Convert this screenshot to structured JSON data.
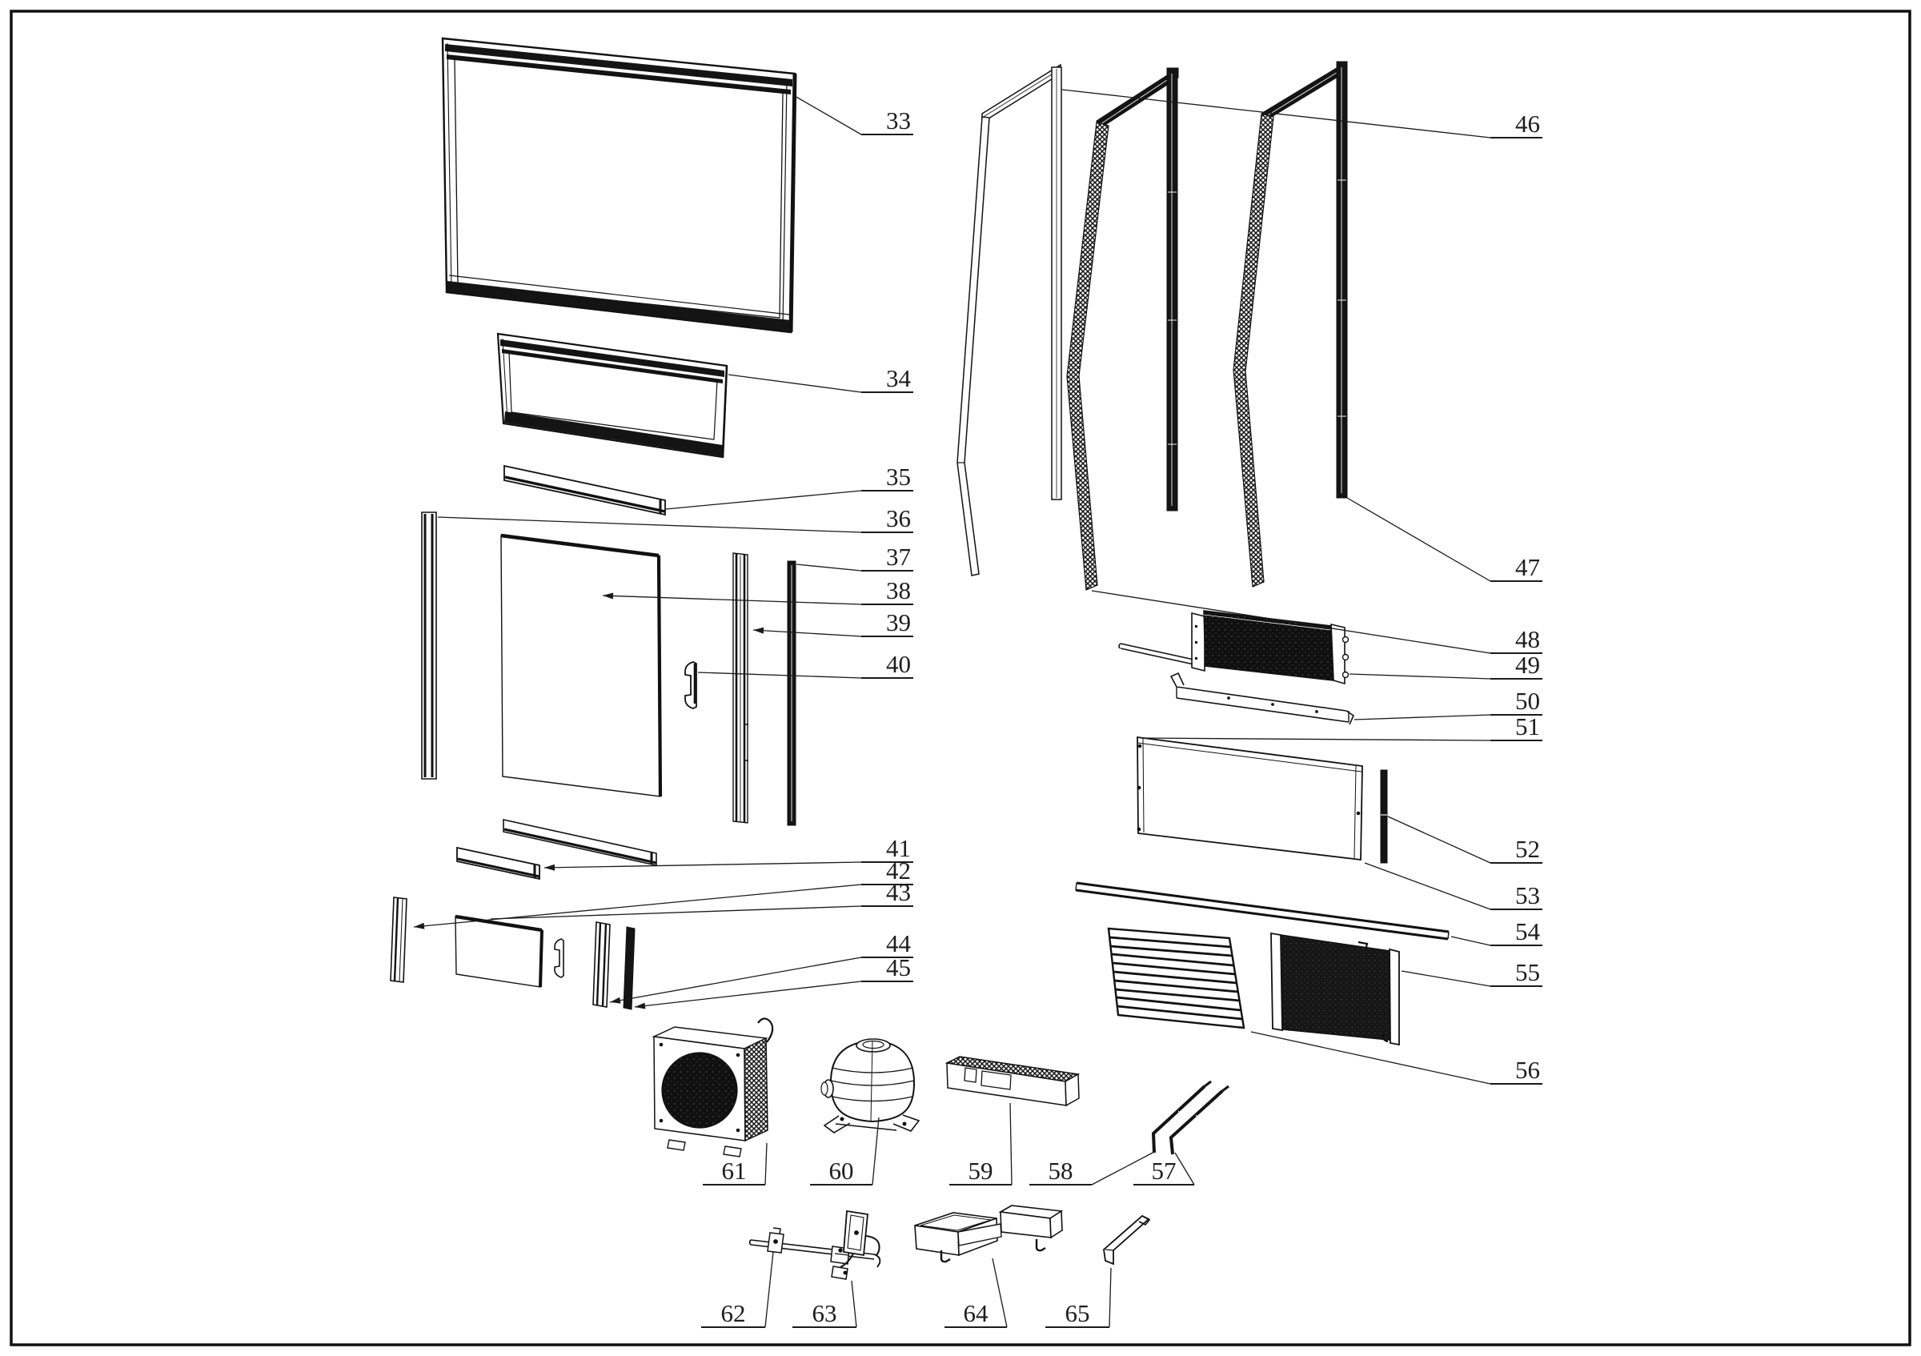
{
  "figure": {
    "type": "exploded-parts-diagram",
    "colors": {
      "line": "#1a1a1a",
      "label_text": "#1d1d1d",
      "background": "#ffffff",
      "dark_fill": "#141414"
    },
    "part_numbers_visible": [
      "33",
      "34",
      "35",
      "36",
      "37",
      "38",
      "39",
      "40",
      "41",
      "42",
      "43",
      "44",
      "45",
      "46",
      "47",
      "48",
      "49",
      "50",
      "51",
      "52",
      "53",
      "54",
      "55",
      "56",
      "57",
      "58",
      "59",
      "60",
      "61",
      "62",
      "63",
      "64",
      "65"
    ]
  },
  "diagram": {
    "part_labels": [
      {
        "id": "33",
        "ul": [
          1076,
          1141,
          168
        ],
        "ta": "end",
        "join": "x1",
        "lead": [
          [
            993,
            120
          ]
        ],
        "arrow": false
      },
      {
        "id": "34",
        "ul": [
          1076,
          1141,
          490
        ],
        "ta": "end",
        "join": "x1",
        "lead": [
          [
            910,
            468
          ]
        ],
        "arrow": false
      },
      {
        "id": "35",
        "ul": [
          1076,
          1141,
          613
        ],
        "ta": "end",
        "join": "x1",
        "lead": [
          [
            832,
            636
          ]
        ],
        "arrow": false
      },
      {
        "id": "36",
        "ul": [
          1076,
          1141,
          665
        ],
        "ta": "end",
        "join": "x1",
        "lead": [
          [
            547,
            646
          ]
        ],
        "arrow": false
      },
      {
        "id": "37",
        "ul": [
          1076,
          1141,
          713
        ],
        "ta": "end",
        "join": "x1",
        "lead": [
          [
            995,
            705
          ]
        ],
        "arrow": false
      },
      {
        "id": "38",
        "ul": [
          1076,
          1141,
          755
        ],
        "ta": "end",
        "join": "x1",
        "lead": [
          [
            753,
            744
          ]
        ],
        "arrow": true
      },
      {
        "id": "39",
        "ul": [
          1076,
          1141,
          795
        ],
        "ta": "end",
        "join": "x1",
        "lead": [
          [
            941,
            787
          ]
        ],
        "arrow": true
      },
      {
        "id": "40",
        "ul": [
          1076,
          1141,
          847
        ],
        "ta": "end",
        "join": "x1",
        "lead": [
          [
            872,
            840
          ]
        ],
        "arrow": false
      },
      {
        "id": "41",
        "ul": [
          1076,
          1141,
          1077
        ],
        "ta": "end",
        "join": "x1",
        "lead": [
          [
            680,
            1084
          ]
        ],
        "arrow": true
      },
      {
        "id": "42",
        "ul": [
          1076,
          1141,
          1105
        ],
        "ta": "end",
        "join": "x1",
        "lead": [
          [
            517,
            1158
          ]
        ],
        "arrow": true
      },
      {
        "id": "43",
        "ul": [
          1076,
          1141,
          1132
        ],
        "ta": "end",
        "join": "x1",
        "lead": [
          [
            613,
            1148
          ]
        ],
        "arrow": false
      },
      {
        "id": "44",
        "ul": [
          1076,
          1141,
          1196
        ],
        "ta": "end",
        "join": "x1",
        "lead": [
          [
            762,
            1252
          ]
        ],
        "arrow": true
      },
      {
        "id": "45",
        "ul": [
          1076,
          1141,
          1226
        ],
        "ta": "end",
        "join": "x1",
        "lead": [
          [
            793,
            1258
          ]
        ],
        "arrow": true
      },
      {
        "id": "46",
        "ul": [
          1862,
          1927,
          172
        ],
        "ta": "end",
        "join": "x1",
        "lead": [
          [
            1327,
            112
          ]
        ],
        "arrow": false
      },
      {
        "id": "47",
        "ul": [
          1862,
          1927,
          726
        ],
        "ta": "end",
        "join": "x1",
        "lead": [
          [
            1683,
            622
          ]
        ],
        "arrow": false
      },
      {
        "id": "48",
        "ul": [
          1862,
          1927,
          816
        ],
        "ta": "end",
        "join": "x1",
        "lead": [
          [
            1364,
            738
          ]
        ],
        "arrow": false
      },
      {
        "id": "49",
        "ul": [
          1862,
          1927,
          848
        ],
        "ta": "end",
        "join": "x1",
        "lead": [
          [
            1686,
            842
          ]
        ],
        "arrow": false
      },
      {
        "id": "50",
        "ul": [
          1862,
          1927,
          893
        ],
        "ta": "end",
        "join": "x1",
        "lead": [
          [
            1692,
            899
          ]
        ],
        "arrow": false
      },
      {
        "id": "51",
        "ul": [
          1862,
          1927,
          925
        ],
        "ta": "end",
        "join": "x1",
        "lead": [
          [
            1426,
            922
          ]
        ],
        "arrow": false
      },
      {
        "id": "52",
        "ul": [
          1862,
          1927,
          1078
        ],
        "ta": "end",
        "join": "x1",
        "lead": [
          [
            1734,
            1020
          ]
        ],
        "arrow": false
      },
      {
        "id": "53",
        "ul": [
          1862,
          1927,
          1136
        ],
        "ta": "end",
        "join": "x1",
        "lead": [
          [
            1705,
            1078
          ]
        ],
        "arrow": false
      },
      {
        "id": "54",
        "ul": [
          1862,
          1927,
          1181
        ],
        "ta": "end",
        "join": "x1",
        "lead": [
          [
            1813,
            1170
          ]
        ],
        "arrow": false
      },
      {
        "id": "55",
        "ul": [
          1862,
          1927,
          1232
        ],
        "ta": "end",
        "join": "x1",
        "lead": [
          [
            1751,
            1213
          ]
        ],
        "arrow": false
      },
      {
        "id": "56",
        "ul": [
          1862,
          1927,
          1354
        ],
        "ta": "end",
        "join": "x1",
        "lead": [
          [
            1563,
            1289
          ]
        ],
        "arrow": false
      },
      {
        "id": "61",
        "ul": [
          878,
          956,
          1480
        ],
        "ta": "middle",
        "join": "x2",
        "lead": [
          [
            958,
            1428
          ]
        ],
        "arrow": false
      },
      {
        "id": "60",
        "ul": [
          1012,
          1090,
          1480
        ],
        "ta": "middle",
        "join": "x2",
        "lead": [
          [
            1098,
            1396
          ]
        ],
        "arrow": false
      },
      {
        "id": "59",
        "ul": [
          1186,
          1264,
          1480
        ],
        "ta": "middle",
        "join": "x2",
        "lead": [
          [
            1262,
            1378
          ]
        ],
        "arrow": false
      },
      {
        "id": "58",
        "ul": [
          1286,
          1364,
          1480
        ],
        "ta": "middle",
        "join": "x2",
        "lead": [
          [
            1444,
            1438
          ]
        ],
        "arrow": false
      },
      {
        "id": "57",
        "ul": [
          1416,
          1492,
          1480
        ],
        "ta": "middle",
        "join": "x2",
        "lead": [
          [
            1468,
            1440
          ]
        ],
        "arrow": false
      },
      {
        "id": "62",
        "ul": [
          876,
          956,
          1658
        ],
        "ta": "middle",
        "join": "x2",
        "lead": [
          [
            966,
            1564
          ]
        ],
        "arrow": false
      },
      {
        "id": "63",
        "ul": [
          990,
          1070,
          1658
        ],
        "ta": "middle",
        "join": "x2",
        "lead": [
          [
            1064,
            1600
          ]
        ],
        "arrow": false
      },
      {
        "id": "64",
        "ul": [
          1180,
          1258,
          1658
        ],
        "ta": "middle",
        "join": "x2",
        "lead": [
          [
            1240,
            1572
          ]
        ],
        "arrow": false
      },
      {
        "id": "65",
        "ul": [
          1306,
          1386,
          1658
        ],
        "ta": "middle",
        "join": "x2",
        "lead": [
          [
            1388,
            1584
          ]
        ],
        "arrow": false
      }
    ]
  }
}
